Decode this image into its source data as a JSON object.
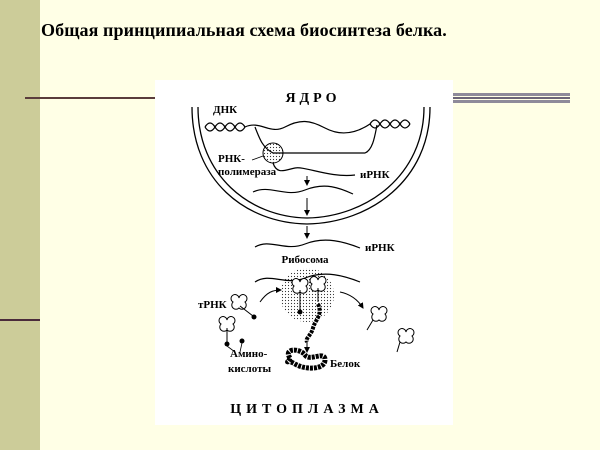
{
  "slide": {
    "title": "Общая принципиальная схема биосинтеза белка."
  },
  "diagram": {
    "nucleus_label": "ЯДРО",
    "dna_label": "ДНК",
    "rna_polymerase_label_1": "РНК-",
    "rna_polymerase_label_2": "полимераза",
    "mrna_label_nucleus": "иРНК",
    "mrna_label_cytoplasm": "иРНК",
    "ribosome_label": "Рибосома",
    "trna_label": "тРНК",
    "amino_acids_label_1": "Амино-",
    "amino_acids_label_2": "кислоты",
    "protein_label": "Белок",
    "cytoplasm_label": "ЦИТОПЛАЗМА"
  },
  "colors": {
    "background": "#FFFFE6",
    "sidebar": "#CCCC99",
    "rule": "#5a3c3c",
    "band": "#8e8a9a"
  }
}
